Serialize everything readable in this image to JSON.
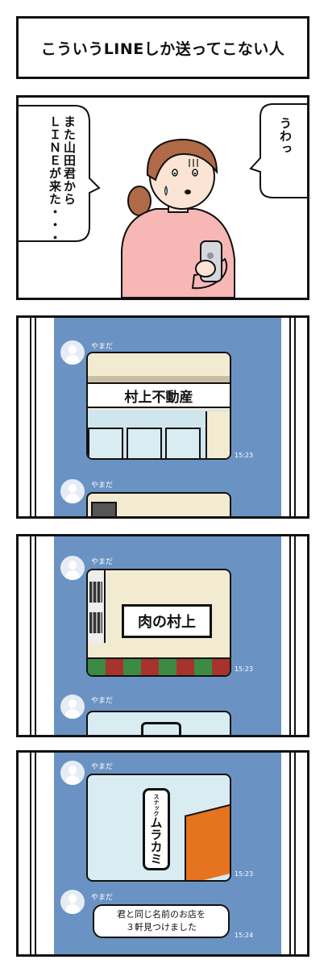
{
  "title": "こういうLINEしか送ってこない人",
  "panel1": {
    "speech_left": "また山田君から\nＬＩＮＥが来た・・・",
    "speech_right": "うわっ"
  },
  "chat": {
    "sender": "やまだ",
    "msg1": {
      "sign": "村上不動産",
      "time": "15:23"
    },
    "msg2": {
      "sign": "肉の村上",
      "time": "15:23"
    },
    "msg3": {
      "sign_small": "スナック",
      "sign": "ムラカミ",
      "time": "15:23"
    },
    "msg4": {
      "line1": "君と同じ名前のお店を",
      "line2": "３軒見つけました",
      "time": "15:24"
    }
  },
  "colors": {
    "chat_bg": "#6a93c3",
    "skin": "#fbe4d3",
    "shirt": "#f7b7b5",
    "hair": "#b06a47",
    "awning_red": "#a7332c",
    "awning_green": "#3d8a45",
    "snack_orange": "#e5731f"
  }
}
